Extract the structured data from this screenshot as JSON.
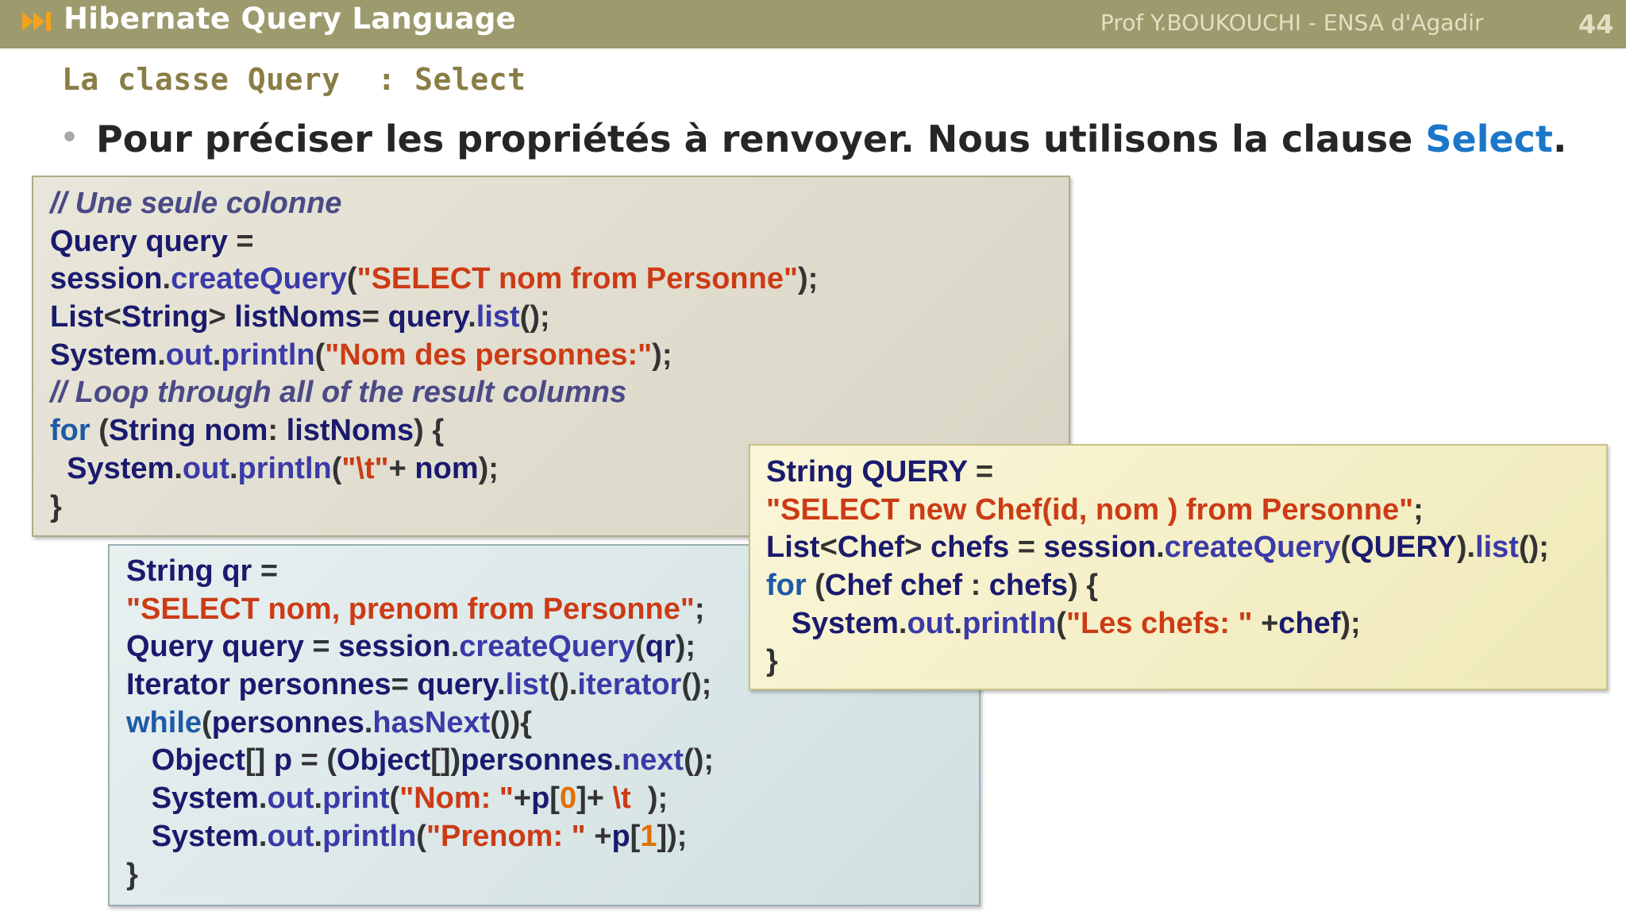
{
  "header": {
    "title": "Hibernate Query Language",
    "author": "Prof Y.BOUKOUCHI - ENSA d'Agadir",
    "page_number": "44"
  },
  "subtitle": "La classe Query  : Select",
  "bullet": {
    "text": "Pour préciser les propriétés à renvoyer. Nous utilisons la clause ",
    "keyword": "Select",
    "end": "."
  },
  "code_blocks": [
    {
      "lines": [
        [
          [
            "cm",
            "// Une seule colonne"
          ]
        ],
        [
          [
            "id",
            "Query query "
          ],
          [
            "pn",
            "="
          ]
        ],
        [
          [
            "id",
            "session"
          ],
          [
            "pn",
            "."
          ],
          [
            "mt",
            "createQuery"
          ],
          [
            "pn",
            "("
          ],
          [
            "st",
            "\"SELECT nom from Personne\""
          ],
          [
            "pn",
            ");"
          ]
        ],
        [
          [
            "id",
            "List"
          ],
          [
            "pn",
            "<"
          ],
          [
            "id",
            "String"
          ],
          [
            "pn",
            "> "
          ],
          [
            "id",
            "listNoms"
          ],
          [
            "pn",
            "= "
          ],
          [
            "id",
            "query"
          ],
          [
            "pn",
            "."
          ],
          [
            "mt",
            "list"
          ],
          [
            "pn",
            "();"
          ]
        ],
        [
          [
            "id",
            "System"
          ],
          [
            "pn",
            "."
          ],
          [
            "mt",
            "out"
          ],
          [
            "pn",
            "."
          ],
          [
            "mt",
            "println"
          ],
          [
            "pn",
            "("
          ],
          [
            "st",
            "\"Nom des personnes:\""
          ],
          [
            "pn",
            ");"
          ]
        ],
        [
          [
            "cm",
            "// Loop through all of the result columns"
          ]
        ],
        [
          [
            "kw",
            "for"
          ],
          [
            "pn",
            " ("
          ],
          [
            "id",
            "String nom"
          ],
          [
            "pn",
            ": "
          ],
          [
            "id",
            "listNoms"
          ],
          [
            "pn",
            ") {"
          ]
        ],
        [
          [
            "pn",
            "  "
          ],
          [
            "id",
            "System"
          ],
          [
            "pn",
            "."
          ],
          [
            "mt",
            "out"
          ],
          [
            "pn",
            "."
          ],
          [
            "mt",
            "println"
          ],
          [
            "pn",
            "("
          ],
          [
            "st",
            "\"\\t\""
          ],
          [
            "pn",
            "+ "
          ],
          [
            "id",
            "nom"
          ],
          [
            "pn",
            ");"
          ]
        ],
        [
          [
            "pn",
            "}"
          ]
        ]
      ]
    },
    {
      "lines": [
        [
          [
            "id",
            "String qr "
          ],
          [
            "pn",
            "="
          ]
        ],
        [
          [
            "st",
            "\"SELECT nom, prenom from Personne\""
          ],
          [
            "pn",
            ";"
          ]
        ],
        [
          [
            "id",
            "Query query "
          ],
          [
            "pn",
            "= "
          ],
          [
            "id",
            "session"
          ],
          [
            "pn",
            "."
          ],
          [
            "mt",
            "createQuery"
          ],
          [
            "pn",
            "("
          ],
          [
            "id",
            "qr"
          ],
          [
            "pn",
            ");"
          ]
        ],
        [
          [
            "id",
            "Iterator personnes"
          ],
          [
            "pn",
            "= "
          ],
          [
            "id",
            "query"
          ],
          [
            "pn",
            "."
          ],
          [
            "mt",
            "list"
          ],
          [
            "pn",
            "()."
          ],
          [
            "mt",
            "iterator"
          ],
          [
            "pn",
            "();"
          ]
        ],
        [
          [
            "kw",
            "while"
          ],
          [
            "pn",
            "("
          ],
          [
            "id",
            "personnes"
          ],
          [
            "pn",
            "."
          ],
          [
            "mt",
            "hasNext"
          ],
          [
            "pn",
            "()){"
          ]
        ],
        [
          [
            "pn",
            "   "
          ],
          [
            "id",
            "Object"
          ],
          [
            "pn",
            "[] "
          ],
          [
            "id",
            "p "
          ],
          [
            "pn",
            "= ("
          ],
          [
            "id",
            "Object"
          ],
          [
            "pn",
            "[])"
          ],
          [
            "id",
            "personnes"
          ],
          [
            "pn",
            "."
          ],
          [
            "mt",
            "next"
          ],
          [
            "pn",
            "();"
          ]
        ],
        [
          [
            "pn",
            "   "
          ],
          [
            "id",
            "System"
          ],
          [
            "pn",
            "."
          ],
          [
            "mt",
            "out"
          ],
          [
            "pn",
            "."
          ],
          [
            "mt",
            "print"
          ],
          [
            "pn",
            "("
          ],
          [
            "st",
            "\"Nom: \""
          ],
          [
            "pn",
            "+"
          ],
          [
            "id",
            "p"
          ],
          [
            "pn",
            "["
          ],
          [
            "nm",
            "0"
          ],
          [
            "pn",
            "]+ "
          ],
          [
            "st",
            "\\t"
          ],
          [
            "pn",
            "  );"
          ]
        ],
        [
          [
            "pn",
            "   "
          ],
          [
            "id",
            "System"
          ],
          [
            "pn",
            "."
          ],
          [
            "mt",
            "out"
          ],
          [
            "pn",
            "."
          ],
          [
            "mt",
            "println"
          ],
          [
            "pn",
            "("
          ],
          [
            "st",
            "\"Prenom: \""
          ],
          [
            "pn",
            " +"
          ],
          [
            "id",
            "p"
          ],
          [
            "pn",
            "["
          ],
          [
            "nm",
            "1"
          ],
          [
            "pn",
            "]);"
          ]
        ],
        [
          [
            "pn",
            "}"
          ]
        ]
      ]
    },
    {
      "lines": [
        [
          [
            "id",
            "String QUERY "
          ],
          [
            "pn",
            "="
          ]
        ],
        [
          [
            "st",
            "\"SELECT new Chef(id, nom ) from Personne\""
          ],
          [
            "pn",
            ";"
          ]
        ],
        [
          [
            "id",
            "List"
          ],
          [
            "pn",
            "<"
          ],
          [
            "id",
            "Chef"
          ],
          [
            "pn",
            "> "
          ],
          [
            "id",
            "chefs "
          ],
          [
            "pn",
            "= "
          ],
          [
            "id",
            "session"
          ],
          [
            "pn",
            "."
          ],
          [
            "mt",
            "createQuery"
          ],
          [
            "pn",
            "("
          ],
          [
            "id",
            "QUERY"
          ],
          [
            "pn",
            ")."
          ],
          [
            "mt",
            "list"
          ],
          [
            "pn",
            "();"
          ]
        ],
        [
          [
            "kw",
            "for"
          ],
          [
            "pn",
            " ("
          ],
          [
            "id",
            "Chef chef "
          ],
          [
            "pn",
            ": "
          ],
          [
            "id",
            "chefs"
          ],
          [
            "pn",
            ") {"
          ]
        ],
        [
          [
            "pn",
            "   "
          ],
          [
            "id",
            "System"
          ],
          [
            "pn",
            "."
          ],
          [
            "mt",
            "out"
          ],
          [
            "pn",
            "."
          ],
          [
            "mt",
            "println"
          ],
          [
            "pn",
            "("
          ],
          [
            "st",
            "\"Les chefs: \""
          ],
          [
            "pn",
            " +"
          ],
          [
            "id",
            "chef"
          ],
          [
            "pn",
            ");"
          ]
        ],
        [
          [
            "pn",
            "}"
          ]
        ]
      ]
    }
  ],
  "icons": {
    "header_icon": "fast-forward-icon"
  },
  "colors": {
    "header_bar": "#9d9a6d",
    "subtitle": "#8a7d45",
    "keyword_blue": "#1b76c8",
    "string_red": "#cc3b15",
    "identifier_navy": "#1a1a6e"
  }
}
